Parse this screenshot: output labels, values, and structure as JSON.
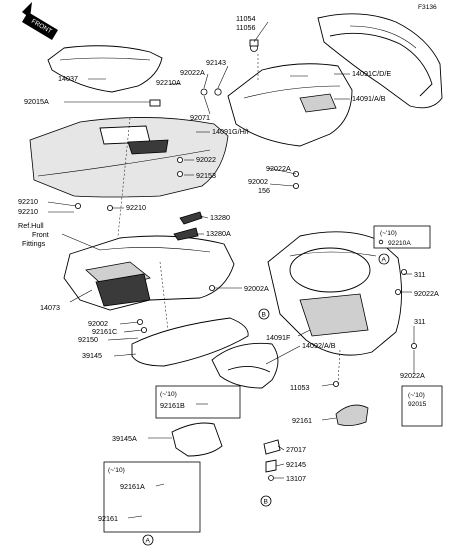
{
  "figure_code": "F3136",
  "front_label": "FRONT",
  "callouts": {
    "a": "A",
    "b": "B"
  },
  "ref_note": [
    "Ref.Hull",
    "Front",
    "Fittings"
  ],
  "labels": {
    "p11054": "11054",
    "p11056": "11056",
    "p14037": "14037",
    "p92210A_a": "92210A",
    "p92022A_a": "92022A",
    "p92143": "92143",
    "p14091CDE": "14091C/D/E",
    "p92015A": "92015A",
    "p92071": "92071",
    "p14091AB": "14091/A/B",
    "p14091GHI": "14091G/H/I",
    "p92022": "92022",
    "p92153": "92153",
    "p92022A_b": "92022A",
    "p92002_a": "92002",
    "p156": "156",
    "p92210_a": "92210",
    "p92210_b": "92210",
    "p92210_c": "92210",
    "p13280": "13280",
    "p13280A": "13280A",
    "p92210A_box": "92210A",
    "p311_a": "311",
    "p92002A": "92002A",
    "p92022A_c": "92022A",
    "p14073": "14073",
    "p92002_b": "92002",
    "p92161C": "92161C",
    "p92150": "92150",
    "p39145": "39145",
    "p14091F": "14091F",
    "p311_b": "311",
    "p14092AB": "14092/A/B",
    "p92022A_d": "92022A",
    "p11053": "11053",
    "p92015_box": "92015",
    "p92161B": "92161B",
    "p92161": "92161",
    "p39145A": "39145A",
    "p27017": "27017",
    "p92145": "92145",
    "p13107": "13107",
    "p92161A": "92161A",
    "p92161_b": "92161"
  },
  "box_notes": {
    "n1": "(~'10)",
    "n2": "(~'10)",
    "n3": "(~'10)",
    "n4": "(~'10)"
  }
}
